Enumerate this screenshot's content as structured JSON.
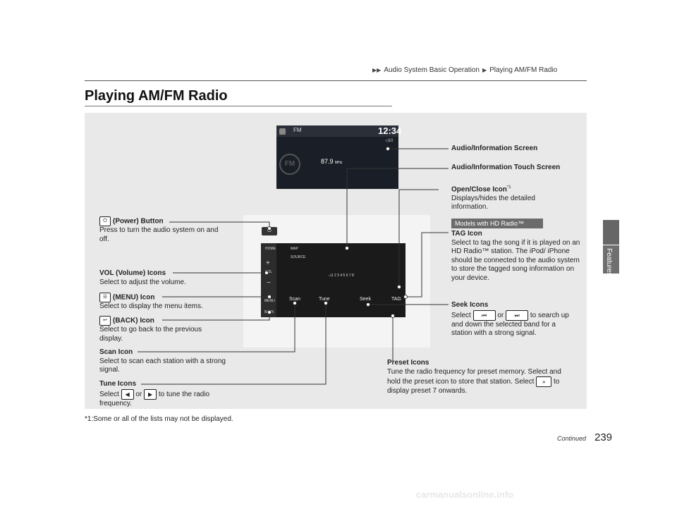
{
  "breadcrumb": {
    "part1": "Audio System Basic Operation",
    "part2": "Playing AM/FM Radio"
  },
  "title": "Playing AM/FM Radio",
  "side_tab": "Features",
  "screen_top": {
    "band": "FM",
    "time": "12:34",
    "volume": "◁10",
    "freq": "87.9",
    "unit": "MHz",
    "logo": "FM"
  },
  "screen_bottom": {
    "map": "MAP",
    "source": "SOURCE",
    "presets": "◁1 2 3 4 5 6 7 8",
    "scan": "Scan",
    "tune": "Tune",
    "seek": "Seek",
    "tag": "TAG",
    "power_glyph": "⏻",
    "home": "HOME",
    "vol": "VOL",
    "menu": "MENU",
    "back": "BACK"
  },
  "labels": {
    "power_title": "(Power) Button",
    "power_desc": "Press to turn the audio system on and off.",
    "vol_title": "VOL (Volume) Icons",
    "vol_desc": "Select to adjust the volume.",
    "menu_title": "(MENU) Icon",
    "menu_desc": "Select to display the menu items.",
    "back_title": "(BACK) Icon",
    "back_desc": "Select to go back to the previous display.",
    "scan_title": "Scan Icon",
    "scan_desc": "Select to scan each station with a strong signal.",
    "tune_title": "Tune Icons",
    "tune_desc_1": "Select",
    "tune_desc_or": "or",
    "tune_desc_2": "to tune the radio frequency.",
    "audio_screen": "Audio/Information Screen",
    "touch_screen": "Audio/Information Touch Screen",
    "openclose_title": "Open/Close Icon",
    "openclose_sup": "*1",
    "openclose_desc": "Displays/hides the detailed information.",
    "hd_badge": "Models with HD Radio™",
    "tag_title": "TAG Icon",
    "tag_desc": "Select to tag the song if it is played on an HD Radio™ station. The iPod/ iPhone should be connected to the audio system to store the tagged song information on your device.",
    "seek_title": "Seek Icons",
    "seek_desc_1": "Select",
    "seek_desc_or": "or",
    "seek_desc_2": "to search up and down the selected band for a station with a strong signal.",
    "preset_title": "Preset Icons",
    "preset_desc_1": "Tune the radio frequency for preset memory. Select and hold the preset icon to store that station. Select",
    "preset_desc_2": "to display preset 7 onwards."
  },
  "footnote": "*1:Some or all of the lists may not be displayed.",
  "continued": "Continued",
  "page_number": "239",
  "watermark": "carmanualsonline.info"
}
